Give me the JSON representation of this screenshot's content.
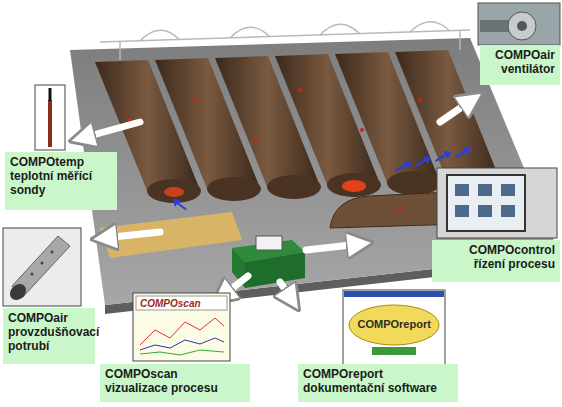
{
  "diagram": {
    "nodes": [
      {
        "text": [
          "COMPOair",
          "ventilátor"
        ]
      },
      {
        "text": [
          "COMPOtemp",
          "teplotní měřící sondy"
        ]
      },
      {
        "text": [
          "COMPOcontrol",
          "řízení procesu"
        ]
      },
      {
        "text": [
          "COMPOair",
          "provzdušňovací potrubí"
        ]
      },
      {
        "text": [
          "COMPOscan",
          "vizualizace procesu"
        ]
      },
      {
        "text": [
          "COMPOreport",
          "dokumentační software"
        ]
      }
    ],
    "labels": [
      "COMPOscan",
      "COMPOreport"
    ]
  }
}
